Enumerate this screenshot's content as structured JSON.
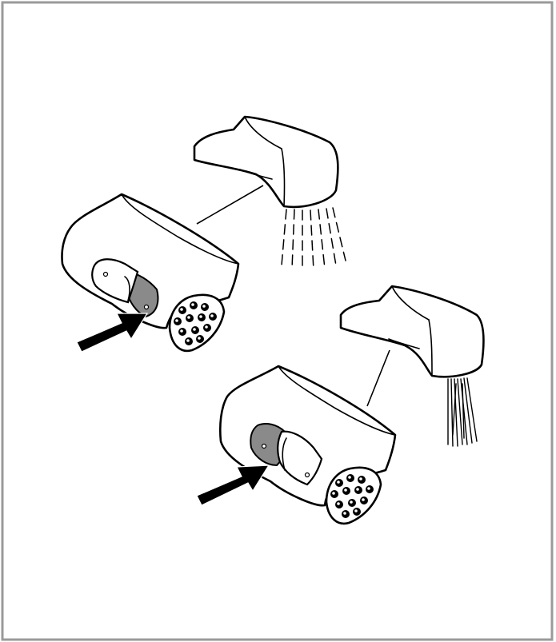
{
  "figure": {
    "border_color": "#9a9a9a",
    "accent_gray": "#8a8a8a",
    "ink": "#000000"
  },
  "scene_top": {
    "spout": "spout-icon",
    "spray_mode": "dashed-spray",
    "button_state": "pressed-right",
    "arrow": "arrow-right-icon"
  },
  "scene_bottom": {
    "spout": "spout-icon",
    "spray_mode": "fine-spray",
    "button_state": "pressed-left",
    "arrow": "arrow-right-icon"
  }
}
